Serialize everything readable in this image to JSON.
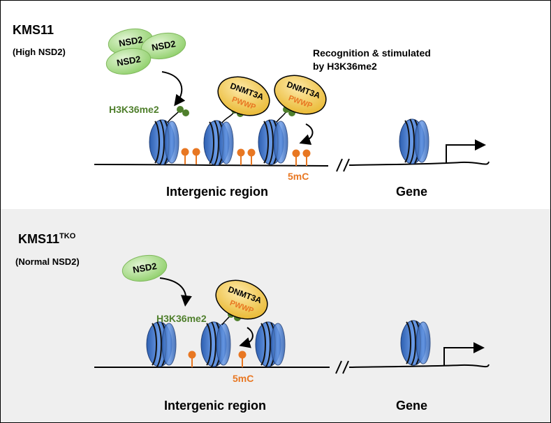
{
  "top_panel": {
    "cell_line": "KMS11",
    "condition": "(High NSD2)",
    "nsd2_label": "NSD2",
    "mark_label": "H3K36me2",
    "dnmt_label": "DNMT3A",
    "pwwp_label": "PWWP",
    "note_line1": "Recognition & stimulated",
    "note_line2": "by H3K36me2",
    "methyl_label": "5mC",
    "region_label": "Intergenic region",
    "gene_label": "Gene"
  },
  "bottom_panel": {
    "cell_line": "KMS11",
    "cell_line_sup": "TKO",
    "condition": "(Normal NSD2)",
    "nsd2_label": "NSD2",
    "mark_label": "H3K36me2",
    "dnmt_label": "DNMT3A",
    "pwwp_label": "PWWP",
    "methyl_label": "5mC",
    "region_label": "Intergenic region",
    "gene_label": "Gene"
  },
  "colors": {
    "nucleosome": "#4a7fd0",
    "nsd2_fill": "#a8d88a",
    "dnmt_fill": "#f2c94c",
    "mark_green": "#4f7f2c",
    "methyl_orange": "#e87722",
    "bottom_bg": "#efefef"
  }
}
